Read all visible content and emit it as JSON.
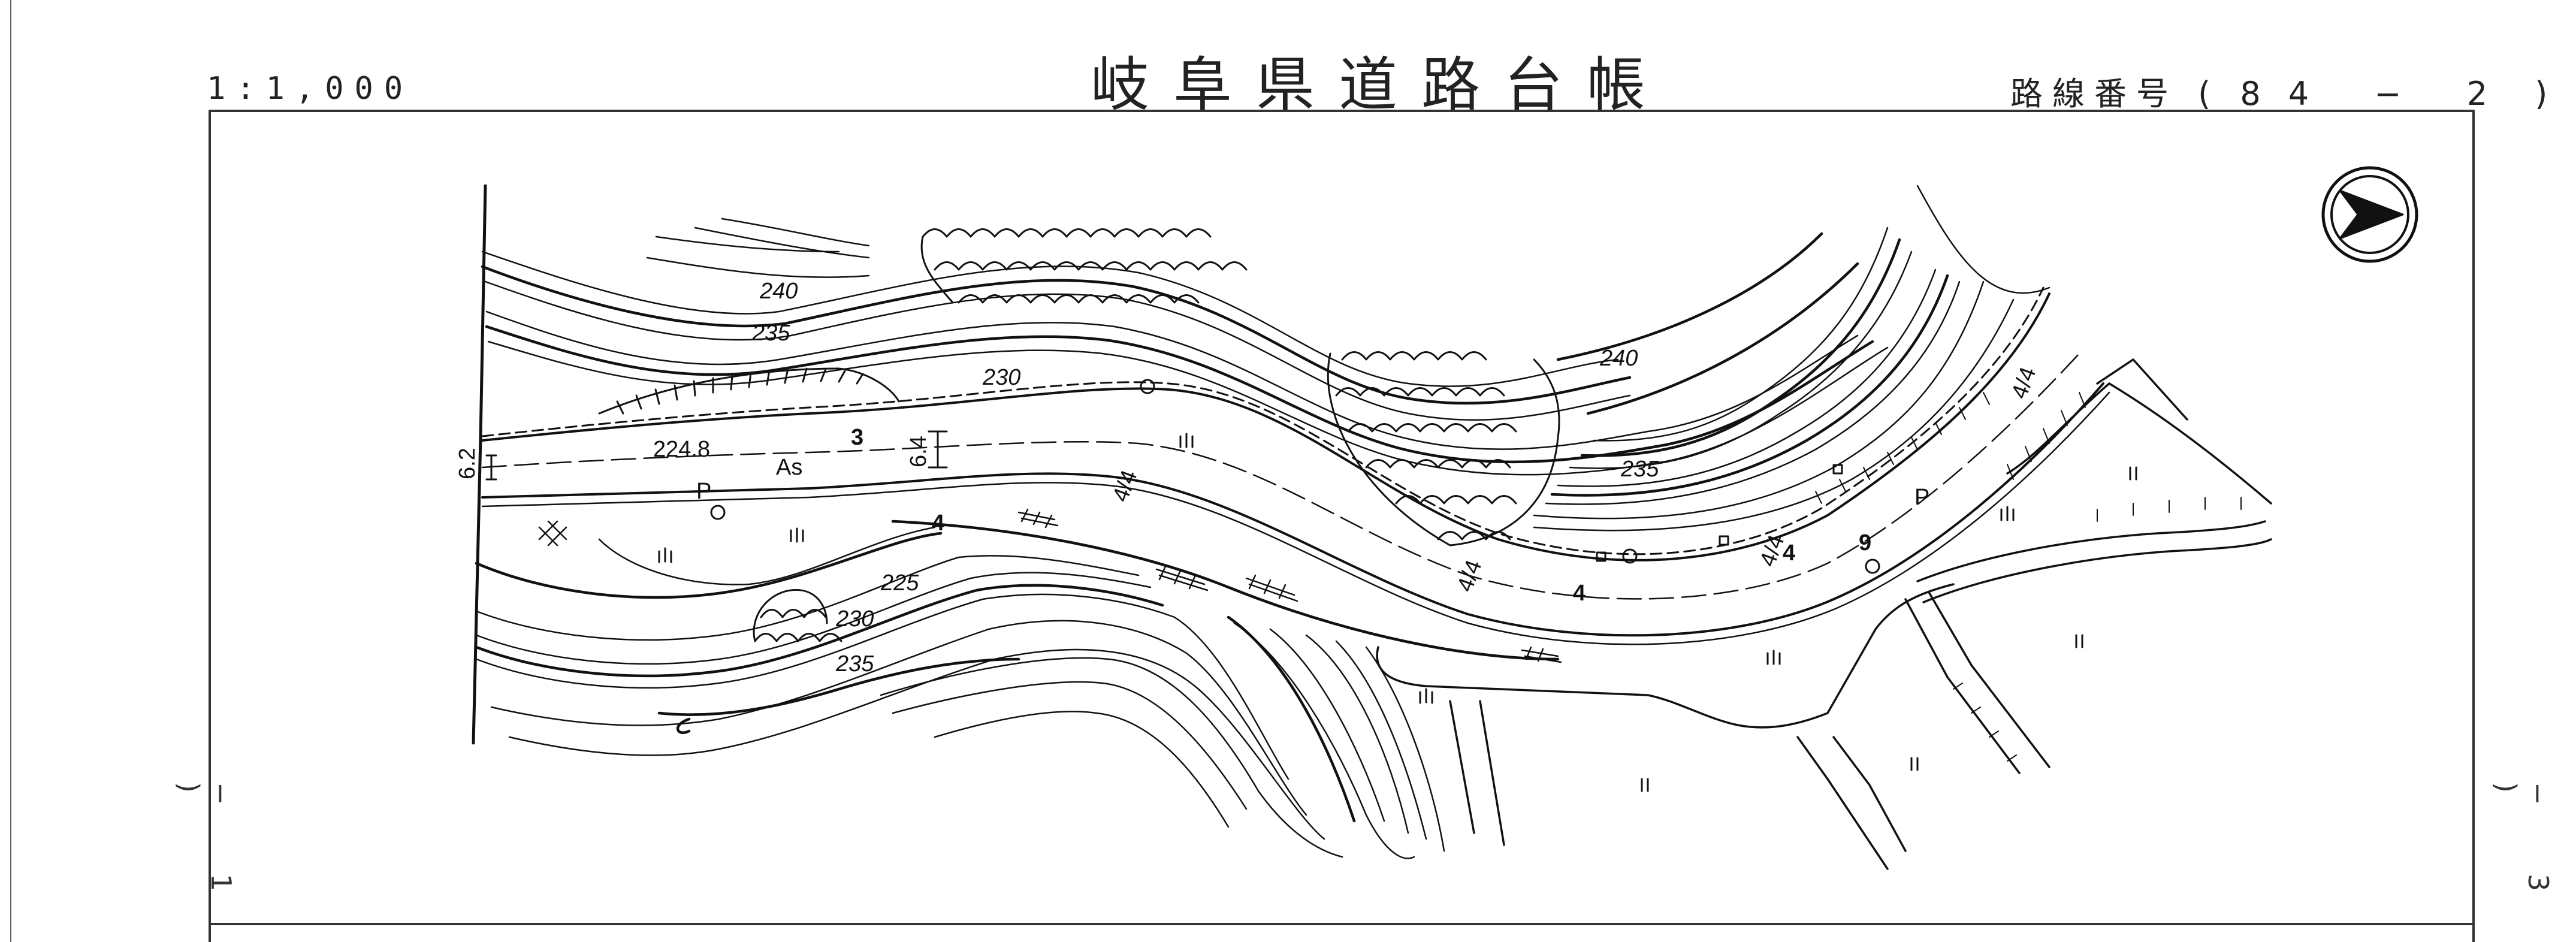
{
  "header": {
    "scale": "1:1,000",
    "title": "岐阜県道路台帳",
    "route_label": "路線番号",
    "route_open": "(",
    "route_number": "84 − 2",
    "route_close": ")"
  },
  "margins": {
    "left_sheet": "− 1 )",
    "right_sheet": "− 3 )"
  },
  "map": {
    "contour_labels": [
      "240",
      "235",
      "230",
      "240",
      "235",
      "225",
      "230",
      "235"
    ],
    "road_elevation": "224.8",
    "road_width": "6.4",
    "surface": "As",
    "left_edge_dim": "6.2",
    "pole_marks": [
      "P",
      "P"
    ],
    "small_numbers": [
      "3",
      "4",
      "4",
      "4",
      "9"
    ],
    "slope_marks": [
      "4/4",
      "4/4",
      "4/4",
      "4/4"
    ],
    "symbols": [
      "field-mark",
      "paddy-mark"
    ],
    "north_arrow": "north-arrow"
  },
  "colors": {
    "ink": "#111111",
    "frame": "#333333",
    "background": "#ffffff"
  }
}
